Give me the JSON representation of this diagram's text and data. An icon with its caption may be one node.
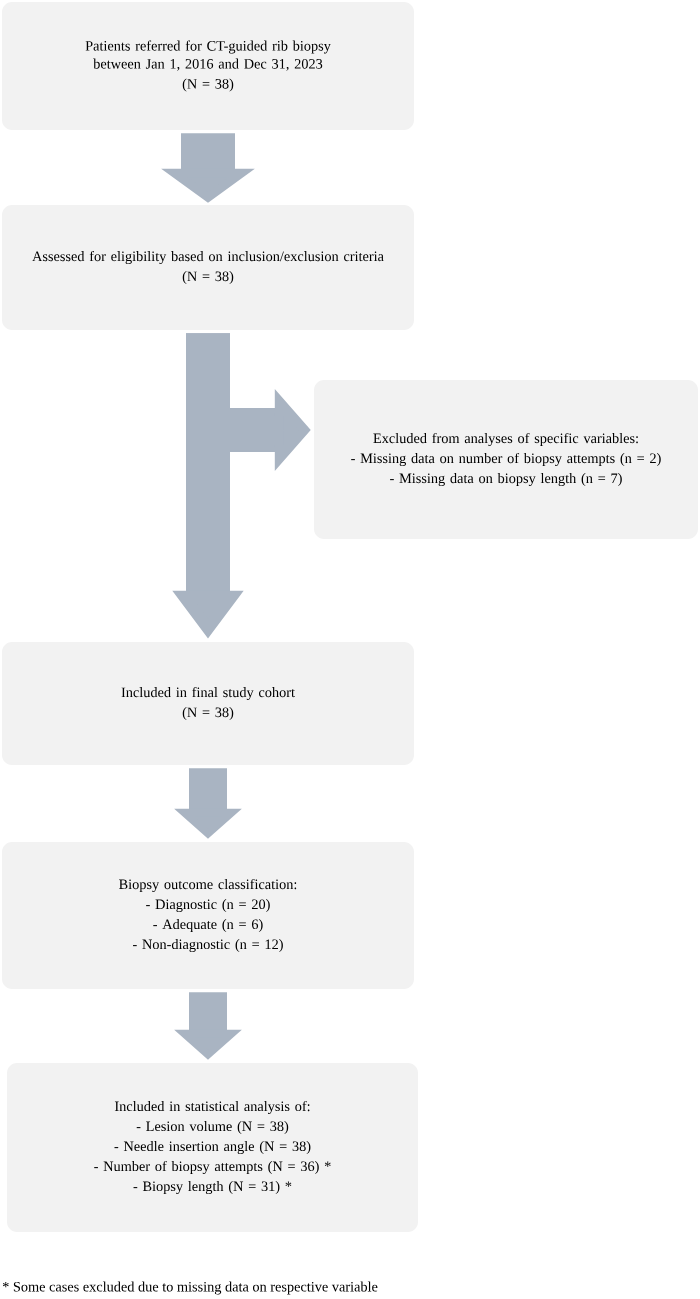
{
  "diagram": {
    "nodes": [
      {
        "text": [
          "Patients referred for CT-guided rib biopsy between Jan 1, 2016 and Dec 31, 2023",
          "(N = 38)"
        ]
      },
      {
        "text": [
          "Assessed for eligibility based on inclusion/exclusion criteria",
          "(N = 38)"
        ]
      },
      {
        "text": [
          "Excluded from analyses of specific variables:",
          "- Missing data on number of biopsy attempts (n = 2)",
          "- Missing data on biopsy length (n = 7)"
        ]
      },
      {
        "text": [
          "Included in final study cohort",
          "(N = 38)"
        ]
      },
      {
        "text": [
          "Biopsy outcome classification:",
          "- Diagnostic (n = 20)",
          "- Adequate (n = 6)",
          "- Non-diagnostic (n = 12)"
        ]
      },
      {
        "text": [
          "Included in statistical analysis of:",
          "- Lesion volume (N = 38)",
          "- Needle insertion angle (N = 38)",
          "- Number of biopsy attempts (N = 36) *",
          "- Biopsy length (N = 31) *"
        ]
      }
    ],
    "edges": [
      {
        "from": 0,
        "to": 1,
        "arrow": "to"
      },
      {
        "from": 1,
        "to": 3,
        "arrow": "to"
      },
      {
        "from": 1,
        "to": 2,
        "arrow": "to"
      },
      {
        "from": 3,
        "to": 4,
        "arrow": "to"
      },
      {
        "from": 4,
        "to": 5,
        "arrow": "to"
      }
    ],
    "labels": [
      "* Some cases excluded due to missing data on respective variable"
    ]
  }
}
